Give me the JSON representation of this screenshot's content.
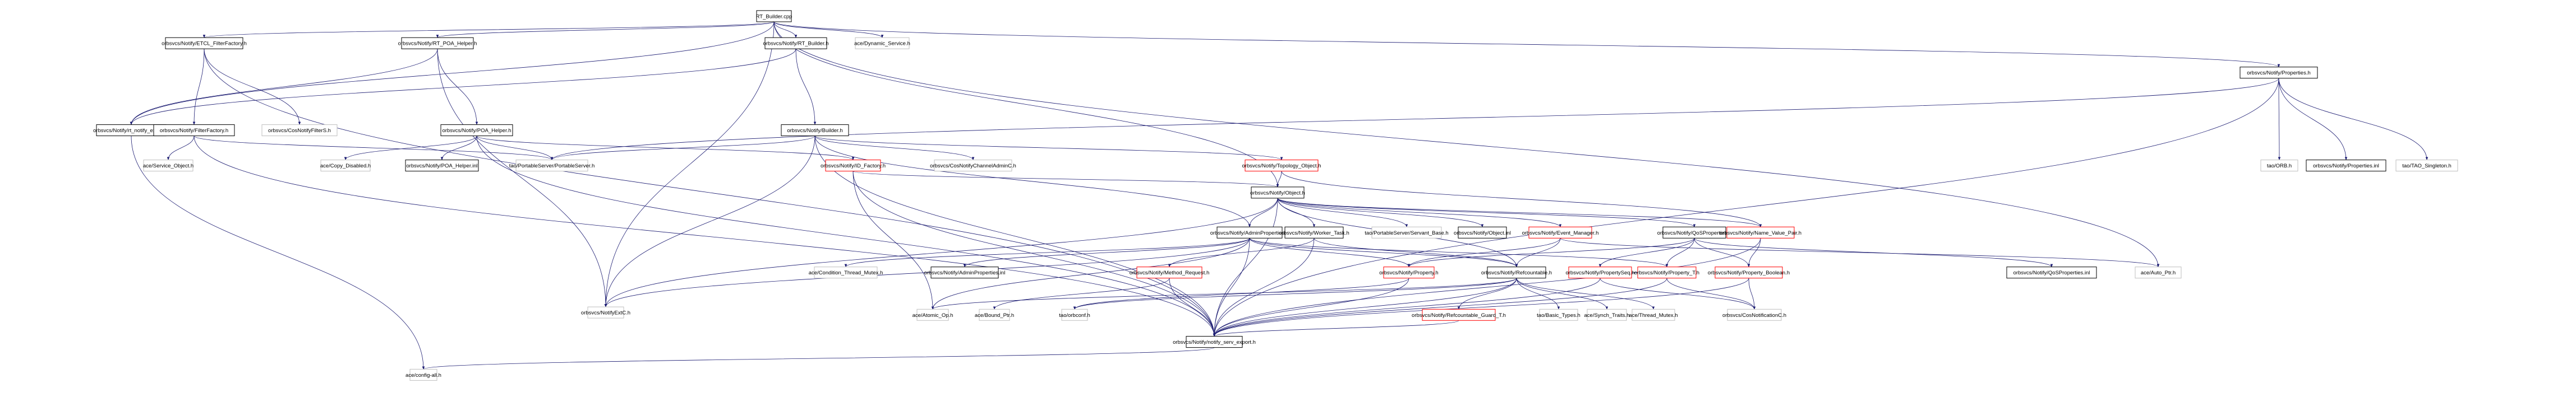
{
  "title": "RT_Builder.cpp include dependency graph",
  "colors": {
    "edge": "#191970",
    "root_fill": "#bfbfbf",
    "documented_border": "#000000",
    "undocumented_border": "#bfbfbf",
    "truncated_border": "#ff0000"
  },
  "nodes": [
    {
      "id": "root",
      "label": "RT_Builder.cpp",
      "kind": "root"
    },
    {
      "id": "etcl_ff",
      "label": "orbsvcs/Notify/ETCL_FilterFactory.h",
      "kind": "doc"
    },
    {
      "id": "rt_poa",
      "label": "orbsvcs/Notify/RT_POA_Helper.h",
      "kind": "doc"
    },
    {
      "id": "rt_builder",
      "label": "orbsvcs/Notify/RT_Builder.h",
      "kind": "doc"
    },
    {
      "id": "dyn_service",
      "label": "ace/Dynamic_Service.h",
      "kind": "ext"
    },
    {
      "id": "properties",
      "label": "orbsvcs/Notify/Properties.h",
      "kind": "doc"
    },
    {
      "id": "rt_notify_export",
      "label": "orbsvcs/Notify/rt_notify_export.h",
      "kind": "doc"
    },
    {
      "id": "filterfactory",
      "label": "orbsvcs/Notify/FilterFactory.h",
      "kind": "doc"
    },
    {
      "id": "cosnotifyfilters",
      "label": "orbsvcs/CosNotifyFilterS.h",
      "kind": "ext"
    },
    {
      "id": "poa_helper",
      "label": "orbsvcs/Notify/POA_Helper.h",
      "kind": "doc"
    },
    {
      "id": "builder",
      "label": "orbsvcs/Notify/Builder.h",
      "kind": "doc"
    },
    {
      "id": "service_object",
      "label": "ace/Service_Object.h",
      "kind": "ext"
    },
    {
      "id": "copy_disabled",
      "label": "ace/Copy_Disabled.h",
      "kind": "ext"
    },
    {
      "id": "poa_helper_inl",
      "label": "orbsvcs/Notify/POA_Helper.inl",
      "kind": "doc"
    },
    {
      "id": "portableserver",
      "label": "tao/PortableServer/PortableServer.h",
      "kind": "ext"
    },
    {
      "id": "id_factory",
      "label": "orbsvcs/Notify/ID_Factory.h",
      "kind": "trunc"
    },
    {
      "id": "cosnotifychanneladminc",
      "label": "orbsvcs/CosNotifyChannelAdminC.h",
      "kind": "ext"
    },
    {
      "id": "topology_object",
      "label": "orbsvcs/Notify/Topology_Object.h",
      "kind": "trunc"
    },
    {
      "id": "tao_orb",
      "label": "tao/ORB.h",
      "kind": "ext"
    },
    {
      "id": "properties_inl",
      "label": "orbsvcs/Notify/Properties.inl",
      "kind": "doc"
    },
    {
      "id": "tao_singleton",
      "label": "tao/TAO_Singleton.h",
      "kind": "ext"
    },
    {
      "id": "object",
      "label": "orbsvcs/Notify/Object.h",
      "kind": "doc"
    },
    {
      "id": "adminproperties",
      "label": "orbsvcs/Notify/AdminProperties.h",
      "kind": "doc"
    },
    {
      "id": "worker_task",
      "label": "orbsvcs/Notify/Worker_Task.h",
      "kind": "doc"
    },
    {
      "id": "servant_base",
      "label": "tao/PortableServer/Servant_Base.h",
      "kind": "ext"
    },
    {
      "id": "object_inl",
      "label": "orbsvcs/Notify/Object.inl",
      "kind": "doc"
    },
    {
      "id": "event_manager",
      "label": "orbsvcs/Notify/Event_Manager.h",
      "kind": "trunc"
    },
    {
      "id": "qosproperties",
      "label": "orbsvcs/Notify/QoSProperties.h",
      "kind": "doc"
    },
    {
      "id": "name_value_pair",
      "label": "orbsvcs/Notify/Name_Value_Pair.h",
      "kind": "trunc"
    },
    {
      "id": "cond_thread_mutex",
      "label": "ace/Condition_Thread_Mutex.h",
      "kind": "ext"
    },
    {
      "id": "adminproperties_inl",
      "label": "orbsvcs/Notify/AdminProperties.inl",
      "kind": "doc"
    },
    {
      "id": "method_request",
      "label": "orbsvcs/Notify/Method_Request.h",
      "kind": "trunc"
    },
    {
      "id": "property",
      "label": "orbsvcs/Notify/Property.h",
      "kind": "trunc"
    },
    {
      "id": "refcountable",
      "label": "orbsvcs/Notify/Refcountable.h",
      "kind": "doc"
    },
    {
      "id": "propertyseq",
      "label": "orbsvcs/Notify/PropertySeq.h",
      "kind": "trunc"
    },
    {
      "id": "property_t",
      "label": "orbsvcs/Notify/Property_T.h",
      "kind": "trunc"
    },
    {
      "id": "property_boolean",
      "label": "orbsvcs/Notify/Property_Boolean.h",
      "kind": "trunc"
    },
    {
      "id": "qosproperties_inl",
      "label": "orbsvcs/Notify/QoSProperties.inl",
      "kind": "doc"
    },
    {
      "id": "auto_ptr",
      "label": "ace/Auto_Ptr.h",
      "kind": "ext"
    },
    {
      "id": "notifyextc",
      "label": "orbsvcs/NotifyExtC.h",
      "kind": "ext"
    },
    {
      "id": "atomic_op",
      "label": "ace/Atomic_Op.h",
      "kind": "ext"
    },
    {
      "id": "bound_ptr",
      "label": "ace/Bound_Ptr.h",
      "kind": "ext"
    },
    {
      "id": "orbconf",
      "label": "tao/orbconf.h",
      "kind": "ext"
    },
    {
      "id": "refcountable_guard",
      "label": "orbsvcs/Notify/Refcountable_Guard_T.h",
      "kind": "trunc"
    },
    {
      "id": "basic_types",
      "label": "tao/Basic_Types.h",
      "kind": "ext"
    },
    {
      "id": "synch_traits",
      "label": "ace/Synch_Traits.h",
      "kind": "ext"
    },
    {
      "id": "thread_mutex",
      "label": "ace/Thread_Mutex.h",
      "kind": "ext"
    },
    {
      "id": "cosnotificationc",
      "label": "orbsvcs/CosNotificationC.h",
      "kind": "ext"
    },
    {
      "id": "notify_serv_export",
      "label": "orbsvcs/Notify/notify_serv_export.h",
      "kind": "doc"
    },
    {
      "id": "config_all",
      "label": "ace/config-all.h",
      "kind": "ext"
    }
  ],
  "edges": [
    [
      "root",
      "etcl_ff"
    ],
    [
      "root",
      "rt_poa"
    ],
    [
      "root",
      "rt_builder"
    ],
    [
      "root",
      "dyn_service"
    ],
    [
      "root",
      "properties"
    ],
    [
      "root",
      "rt_notify_export"
    ],
    [
      "root",
      "object"
    ],
    [
      "root",
      "auto_ptr"
    ],
    [
      "root",
      "notifyextc"
    ],
    [
      "etcl_ff",
      "filterfactory"
    ],
    [
      "etcl_ff",
      "cosnotifyfilters"
    ],
    [
      "etcl_ff",
      "notify_serv_export"
    ],
    [
      "rt_poa",
      "poa_helper"
    ],
    [
      "rt_poa",
      "rt_notify_export"
    ],
    [
      "rt_poa",
      "notifyextc"
    ],
    [
      "rt_builder",
      "builder"
    ],
    [
      "rt_builder",
      "rt_notify_export"
    ],
    [
      "rt_notify_export",
      "config_all"
    ],
    [
      "filterfactory",
      "service_object"
    ],
    [
      "filterfactory",
      "portableserver"
    ],
    [
      "filterfactory",
      "notify_serv_export"
    ],
    [
      "poa_helper",
      "copy_disabled"
    ],
    [
      "poa_helper",
      "poa_helper_inl"
    ],
    [
      "poa_helper",
      "portableserver"
    ],
    [
      "poa_helper",
      "id_factory"
    ],
    [
      "poa_helper",
      "notify_serv_export"
    ],
    [
      "builder",
      "portableserver"
    ],
    [
      "builder",
      "cosnotifychanneladminc"
    ],
    [
      "builder",
      "topology_object"
    ],
    [
      "builder",
      "adminproperties"
    ],
    [
      "builder",
      "notifyextc"
    ],
    [
      "builder",
      "notify_serv_export"
    ],
    [
      "id_factory",
      "atomic_op"
    ],
    [
      "id_factory",
      "notify_serv_export"
    ],
    [
      "id_factory",
      "object"
    ],
    [
      "topology_object",
      "object"
    ],
    [
      "topology_object",
      "name_value_pair"
    ],
    [
      "properties",
      "tao_orb"
    ],
    [
      "properties",
      "properties_inl"
    ],
    [
      "properties",
      "tao_singleton"
    ],
    [
      "properties",
      "portableserver"
    ],
    [
      "properties",
      "notify_serv_export"
    ],
    [
      "object",
      "adminproperties"
    ],
    [
      "object",
      "worker_task"
    ],
    [
      "object",
      "servant_base"
    ],
    [
      "object",
      "object_inl"
    ],
    [
      "object",
      "event_manager"
    ],
    [
      "object",
      "qosproperties"
    ],
    [
      "object",
      "name_value_pair"
    ],
    [
      "object",
      "refcountable"
    ],
    [
      "object",
      "notifyextc"
    ],
    [
      "object",
      "notify_serv_export"
    ],
    [
      "adminproperties",
      "cond_thread_mutex"
    ],
    [
      "adminproperties",
      "adminproperties_inl"
    ],
    [
      "adminproperties",
      "atomic_op"
    ],
    [
      "adminproperties",
      "property"
    ],
    [
      "adminproperties",
      "property_t"
    ],
    [
      "adminproperties",
      "refcountable"
    ],
    [
      "adminproperties",
      "notify_serv_export"
    ],
    [
      "adminproperties",
      "notifyextc"
    ],
    [
      "worker_task",
      "method_request"
    ],
    [
      "worker_task",
      "refcountable"
    ],
    [
      "worker_task",
      "notify_serv_export"
    ],
    [
      "method_request",
      "bound_ptr"
    ],
    [
      "method_request",
      "notify_serv_export"
    ],
    [
      "event_manager",
      "refcountable"
    ],
    [
      "event_manager",
      "property"
    ],
    [
      "event_manager",
      "auto_ptr"
    ],
    [
      "qosproperties",
      "propertyseq"
    ],
    [
      "qosproperties",
      "property_t"
    ],
    [
      "qosproperties",
      "property_boolean"
    ],
    [
      "qosproperties",
      "qosproperties_inl"
    ],
    [
      "qosproperties",
      "property"
    ],
    [
      "name_value_pair",
      "property_boolean"
    ],
    [
      "name_value_pair",
      "notify_serv_export"
    ],
    [
      "property",
      "orbconf"
    ],
    [
      "property",
      "notify_serv_export"
    ],
    [
      "refcountable",
      "refcountable_guard"
    ],
    [
      "refcountable",
      "basic_types"
    ],
    [
      "refcountable",
      "synch_traits"
    ],
    [
      "refcountable",
      "thread_mutex"
    ],
    [
      "refcountable",
      "orbconf"
    ],
    [
      "refcountable",
      "atomic_op"
    ],
    [
      "refcountable",
      "notify_serv_export"
    ],
    [
      "propertyseq",
      "cosnotificationc"
    ],
    [
      "propertyseq",
      "notify_serv_export"
    ],
    [
      "property_t",
      "cosnotificationc"
    ],
    [
      "property_t",
      "notify_serv_export"
    ],
    [
      "property_boolean",
      "cosnotificationc"
    ],
    [
      "property_boolean",
      "notify_serv_export"
    ],
    [
      "refcountable_guard",
      "notify_serv_export"
    ],
    [
      "notify_serv_export",
      "config_all"
    ]
  ]
}
